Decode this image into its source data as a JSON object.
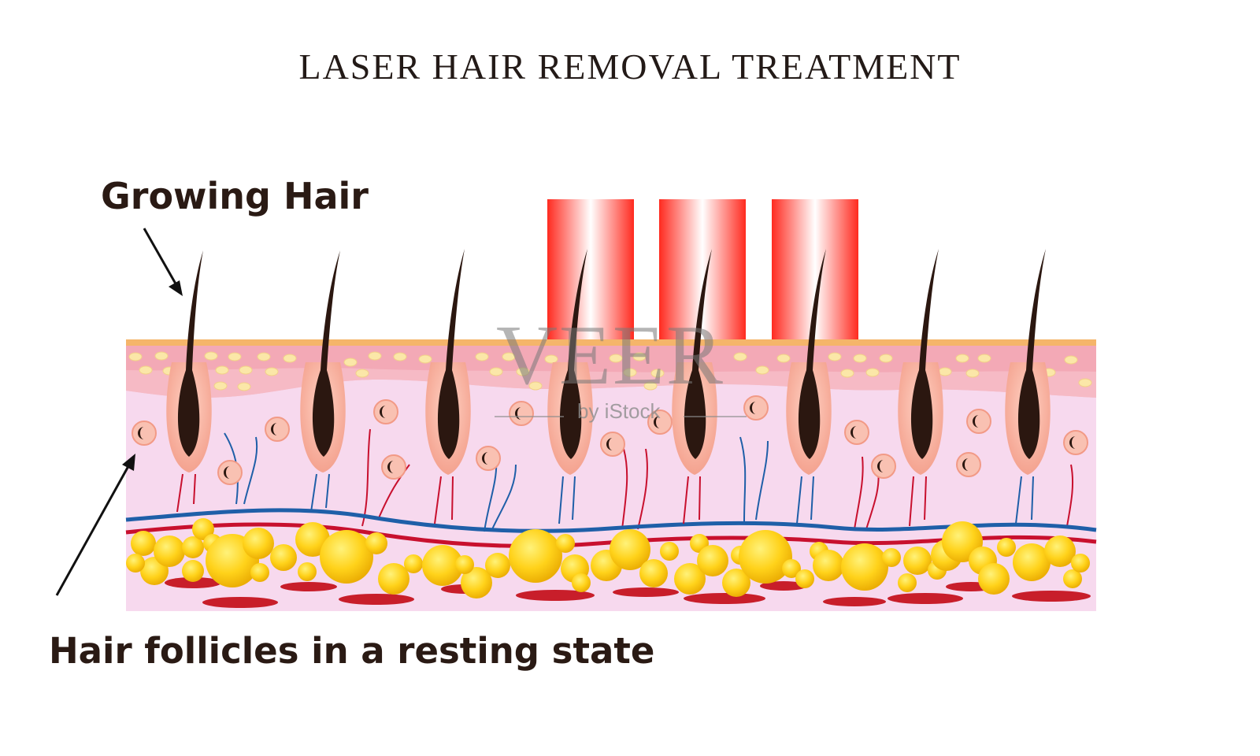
{
  "title": "Laser hair removal treatment",
  "labels": {
    "growing_hair": "Growing Hair",
    "resting_state": "Hair follicles in a resting state"
  },
  "watermark": {
    "brand": "VEER",
    "sub": "by iStock"
  },
  "colors": {
    "skin": "#f7d9ee",
    "epidermis": "#f4a8b4",
    "surface": "#f5b56a",
    "hair": "#2b1710",
    "follicle": "#f2a08f",
    "laser": "#ff3b30",
    "fat": "#ffcf1a",
    "artery": "#c8102e",
    "vein": "#1f5fa8"
  }
}
